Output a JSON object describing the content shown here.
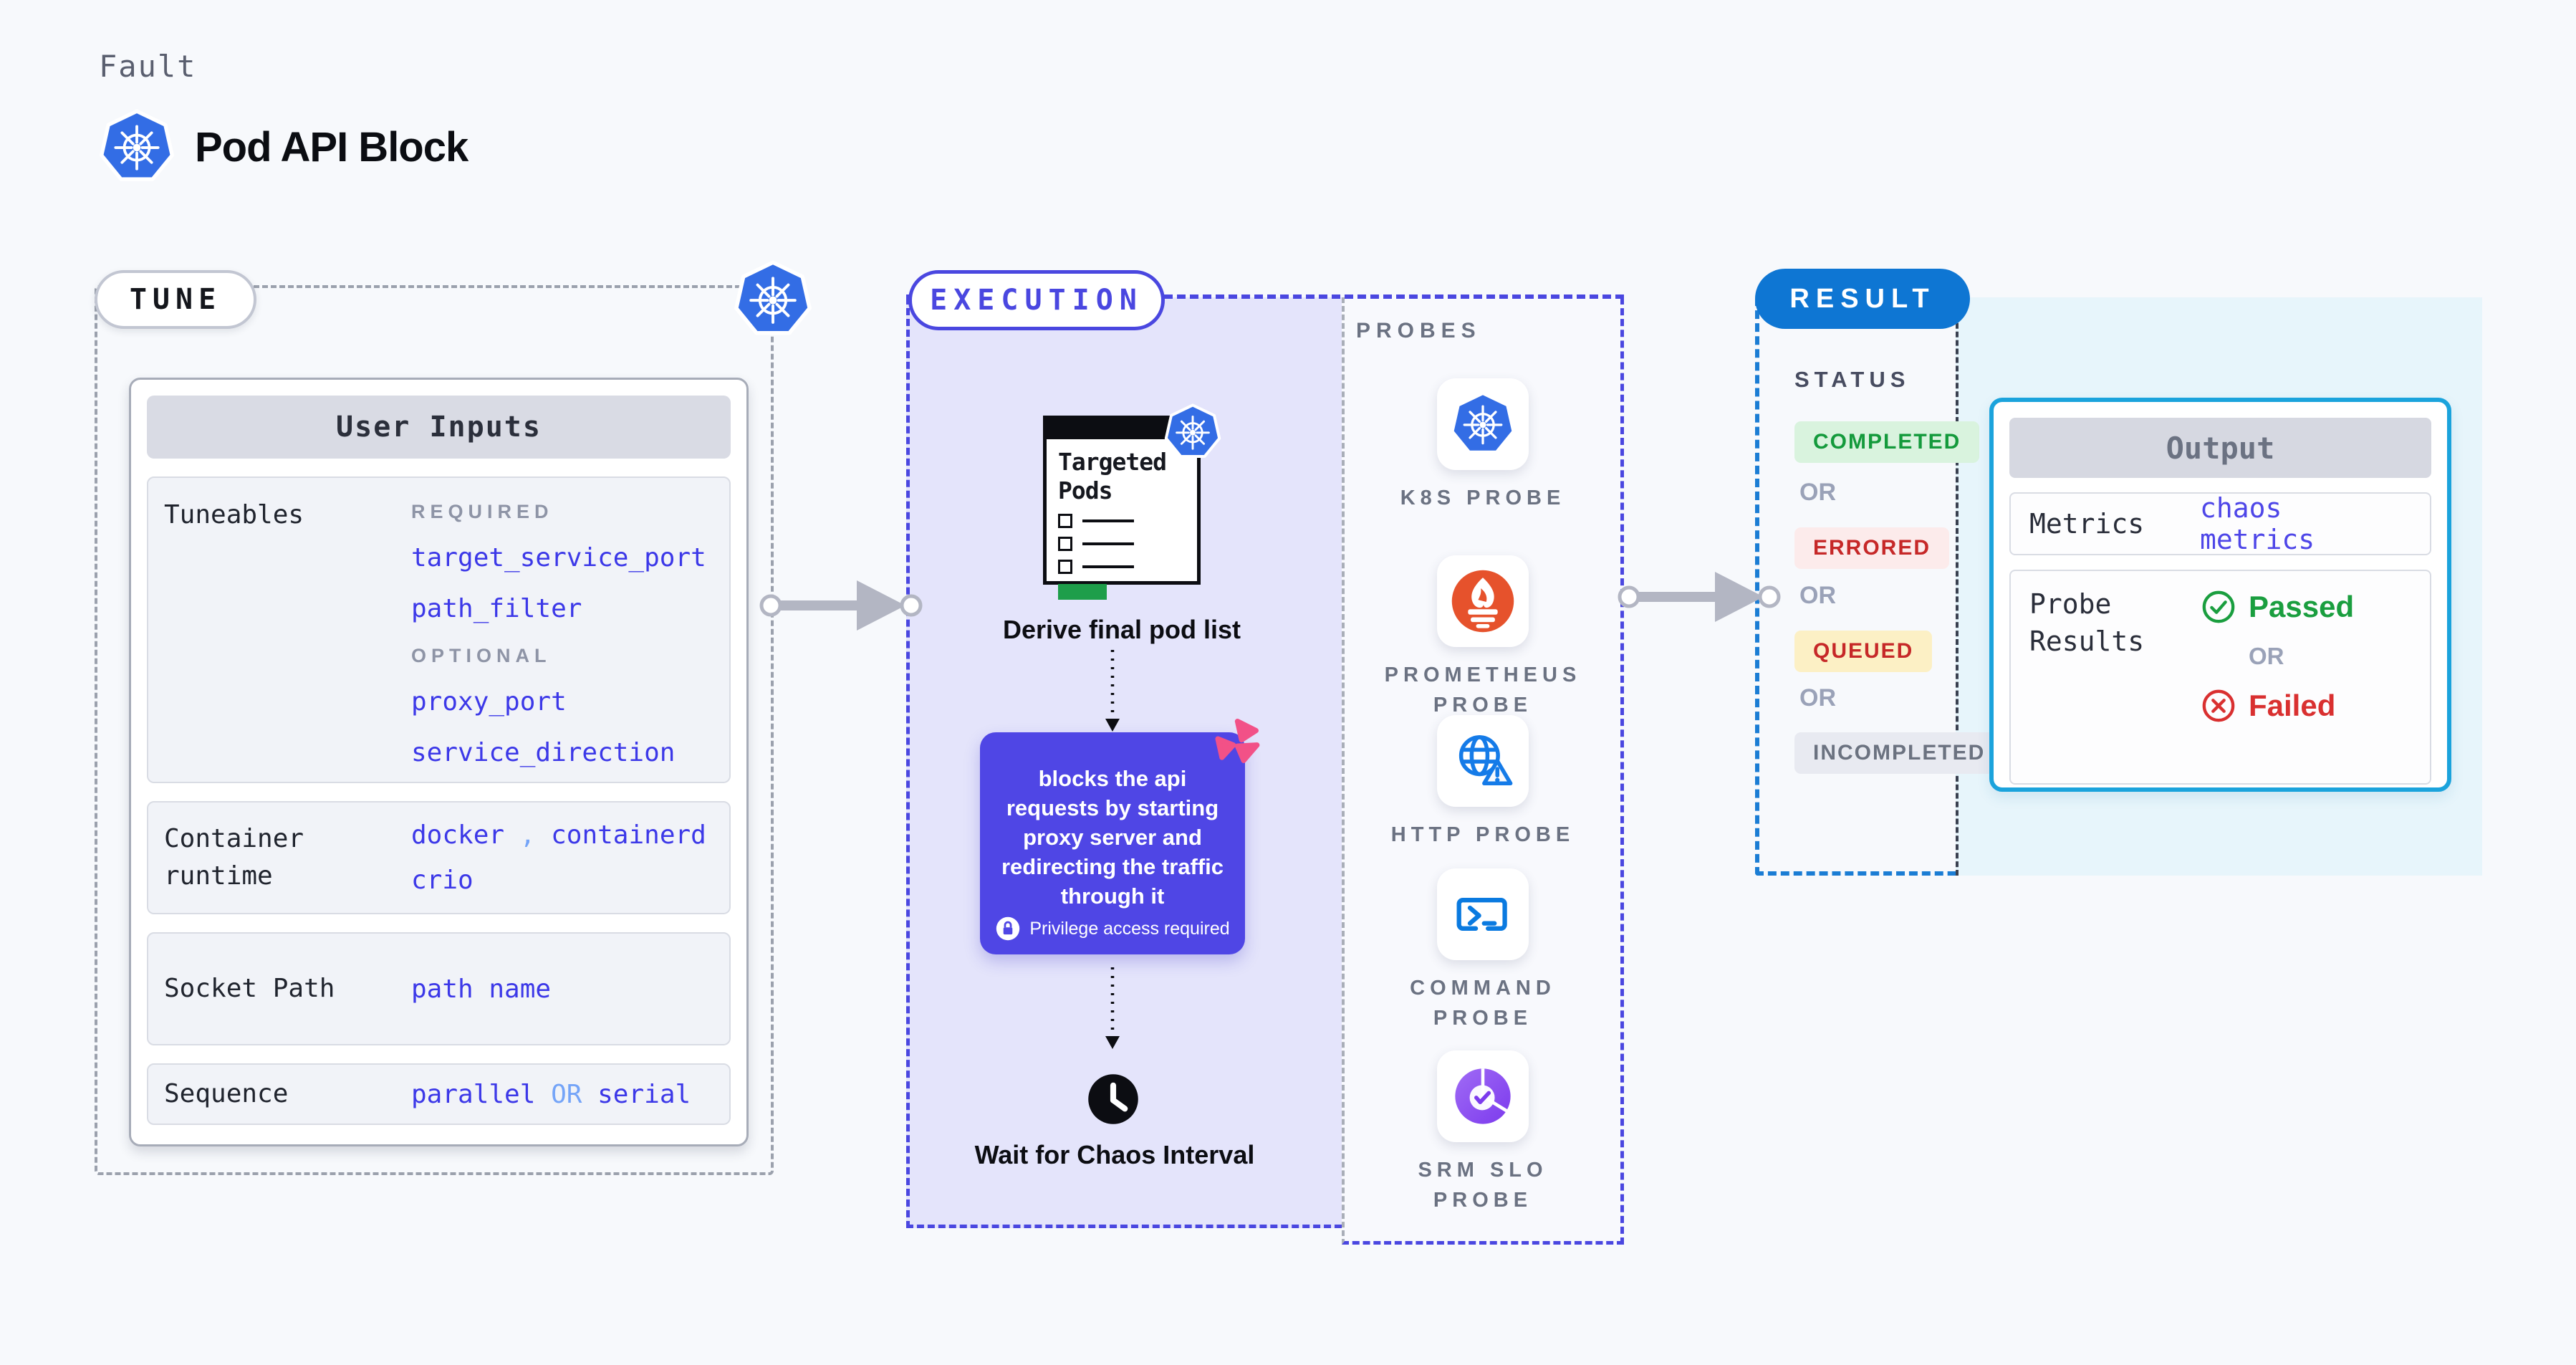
{
  "header": {
    "eyebrow": "Fault",
    "title": "Pod API Block"
  },
  "tune": {
    "pill": "TUNE",
    "card_title": "User Inputs",
    "tuneables": {
      "label": "Tuneables",
      "required_caption": "REQUIRED",
      "required": [
        "target_service_port",
        "path_filter"
      ],
      "optional_caption": "OPTIONAL",
      "optional": [
        "proxy_port",
        "service_direction"
      ]
    },
    "runtime": {
      "label": "Container runtime",
      "values": [
        "docker",
        "containerd",
        "crio"
      ],
      "separator": ","
    },
    "socket": {
      "label": "Socket Path",
      "value": "path name"
    },
    "sequence": {
      "label": "Sequence",
      "value_a": "parallel",
      "or": "OR",
      "value_b": "serial"
    }
  },
  "execution": {
    "pill": "EXECUTION",
    "targeted_pods_title": "Targeted Pods",
    "derive_label": "Derive final pod list",
    "action_text": "blocks the api requests by starting proxy server and redirecting the traffic through it",
    "privilege_note": "Privilege access required",
    "wait_label": "Wait for Chaos Interval"
  },
  "probes": {
    "title": "PROBES",
    "items": [
      {
        "icon": "kubernetes-icon",
        "label": "K8S PROBE"
      },
      {
        "icon": "prometheus-icon",
        "label": "PROMETHEUS PROBE"
      },
      {
        "icon": "http-globe-warning-icon",
        "label": "HTTP PROBE"
      },
      {
        "icon": "terminal-icon",
        "label": "COMMAND PROBE"
      },
      {
        "icon": "slo-pie-check-icon",
        "label": "SRM SLO PROBE"
      }
    ]
  },
  "result": {
    "pill": "RESULT",
    "status_title": "STATUS",
    "or": "OR",
    "statuses": [
      {
        "label": "COMPLETED",
        "bg": "#d9f3de",
        "fg": "#149a3c"
      },
      {
        "label": "ERRORED",
        "bg": "#fcebeb",
        "fg": "#c62828"
      },
      {
        "label": "QUEUED",
        "bg": "#fcf0c5",
        "fg": "#c62828"
      },
      {
        "label": "INCOMPLETED",
        "bg": "#e8eaf1",
        "fg": "#6b7280"
      }
    ],
    "output": {
      "title": "Output",
      "metrics_label": "Metrics",
      "metrics_value": "chaos metrics",
      "probe_label": "Probe Results",
      "passed": "Passed",
      "or": "OR",
      "failed": "Failed"
    }
  },
  "colors": {
    "indigo_accent": "#4a47e0",
    "value_blue": "#3c38e8",
    "result_blue": "#0e76d3",
    "output_border_cyan": "#1ba3dc",
    "purple_action_box": "#4f46e5",
    "chaos_pink": "#f25187",
    "k8s_blue": "#336de5",
    "prometheus_orange": "#e6522c",
    "green_pass": "#1a9e3f",
    "red_fail": "#d93030"
  }
}
